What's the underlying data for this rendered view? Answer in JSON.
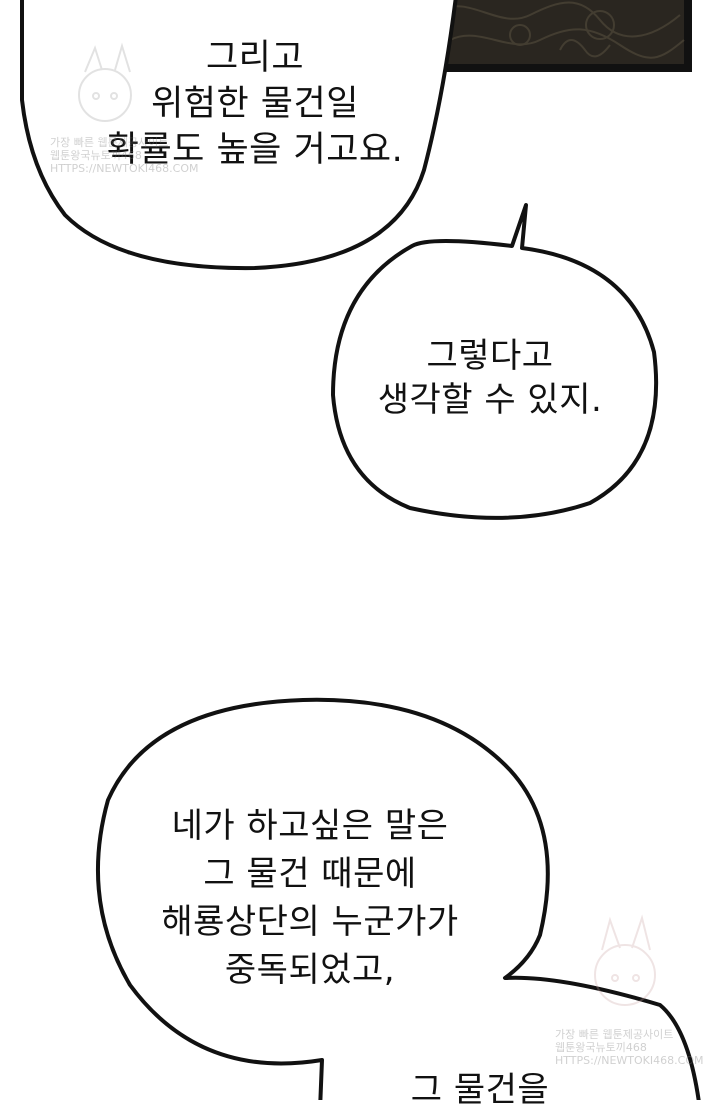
{
  "panel": {
    "background_color": "#ffffff",
    "dark_panel_color": "#2a2620"
  },
  "bubbles": [
    {
      "lines": [
        "그리고",
        "위험한 물건일",
        "확률도 높을 거고요."
      ]
    },
    {
      "lines": [
        "그렇다고",
        "생각할 수 있지."
      ]
    },
    {
      "lines": [
        "네가 하고싶은 말은",
        "그 물건 때문에",
        "해룡상단의 누군가가",
        "중독되었고,"
      ]
    },
    {
      "lines": [
        "그 물건을"
      ]
    }
  ],
  "watermarks": [
    {
      "lines": [
        "가장 빠른 웹툰제공사이트",
        "웹툰왕국뉴토끼468",
        "HTTPS://NEWTOKI468.COM"
      ]
    },
    {
      "lines": [
        "가장 빠른 웹툰제공사이트",
        "웹툰왕국뉴토끼468",
        "HTTPS://NEWTOKI468.COM"
      ]
    }
  ]
}
